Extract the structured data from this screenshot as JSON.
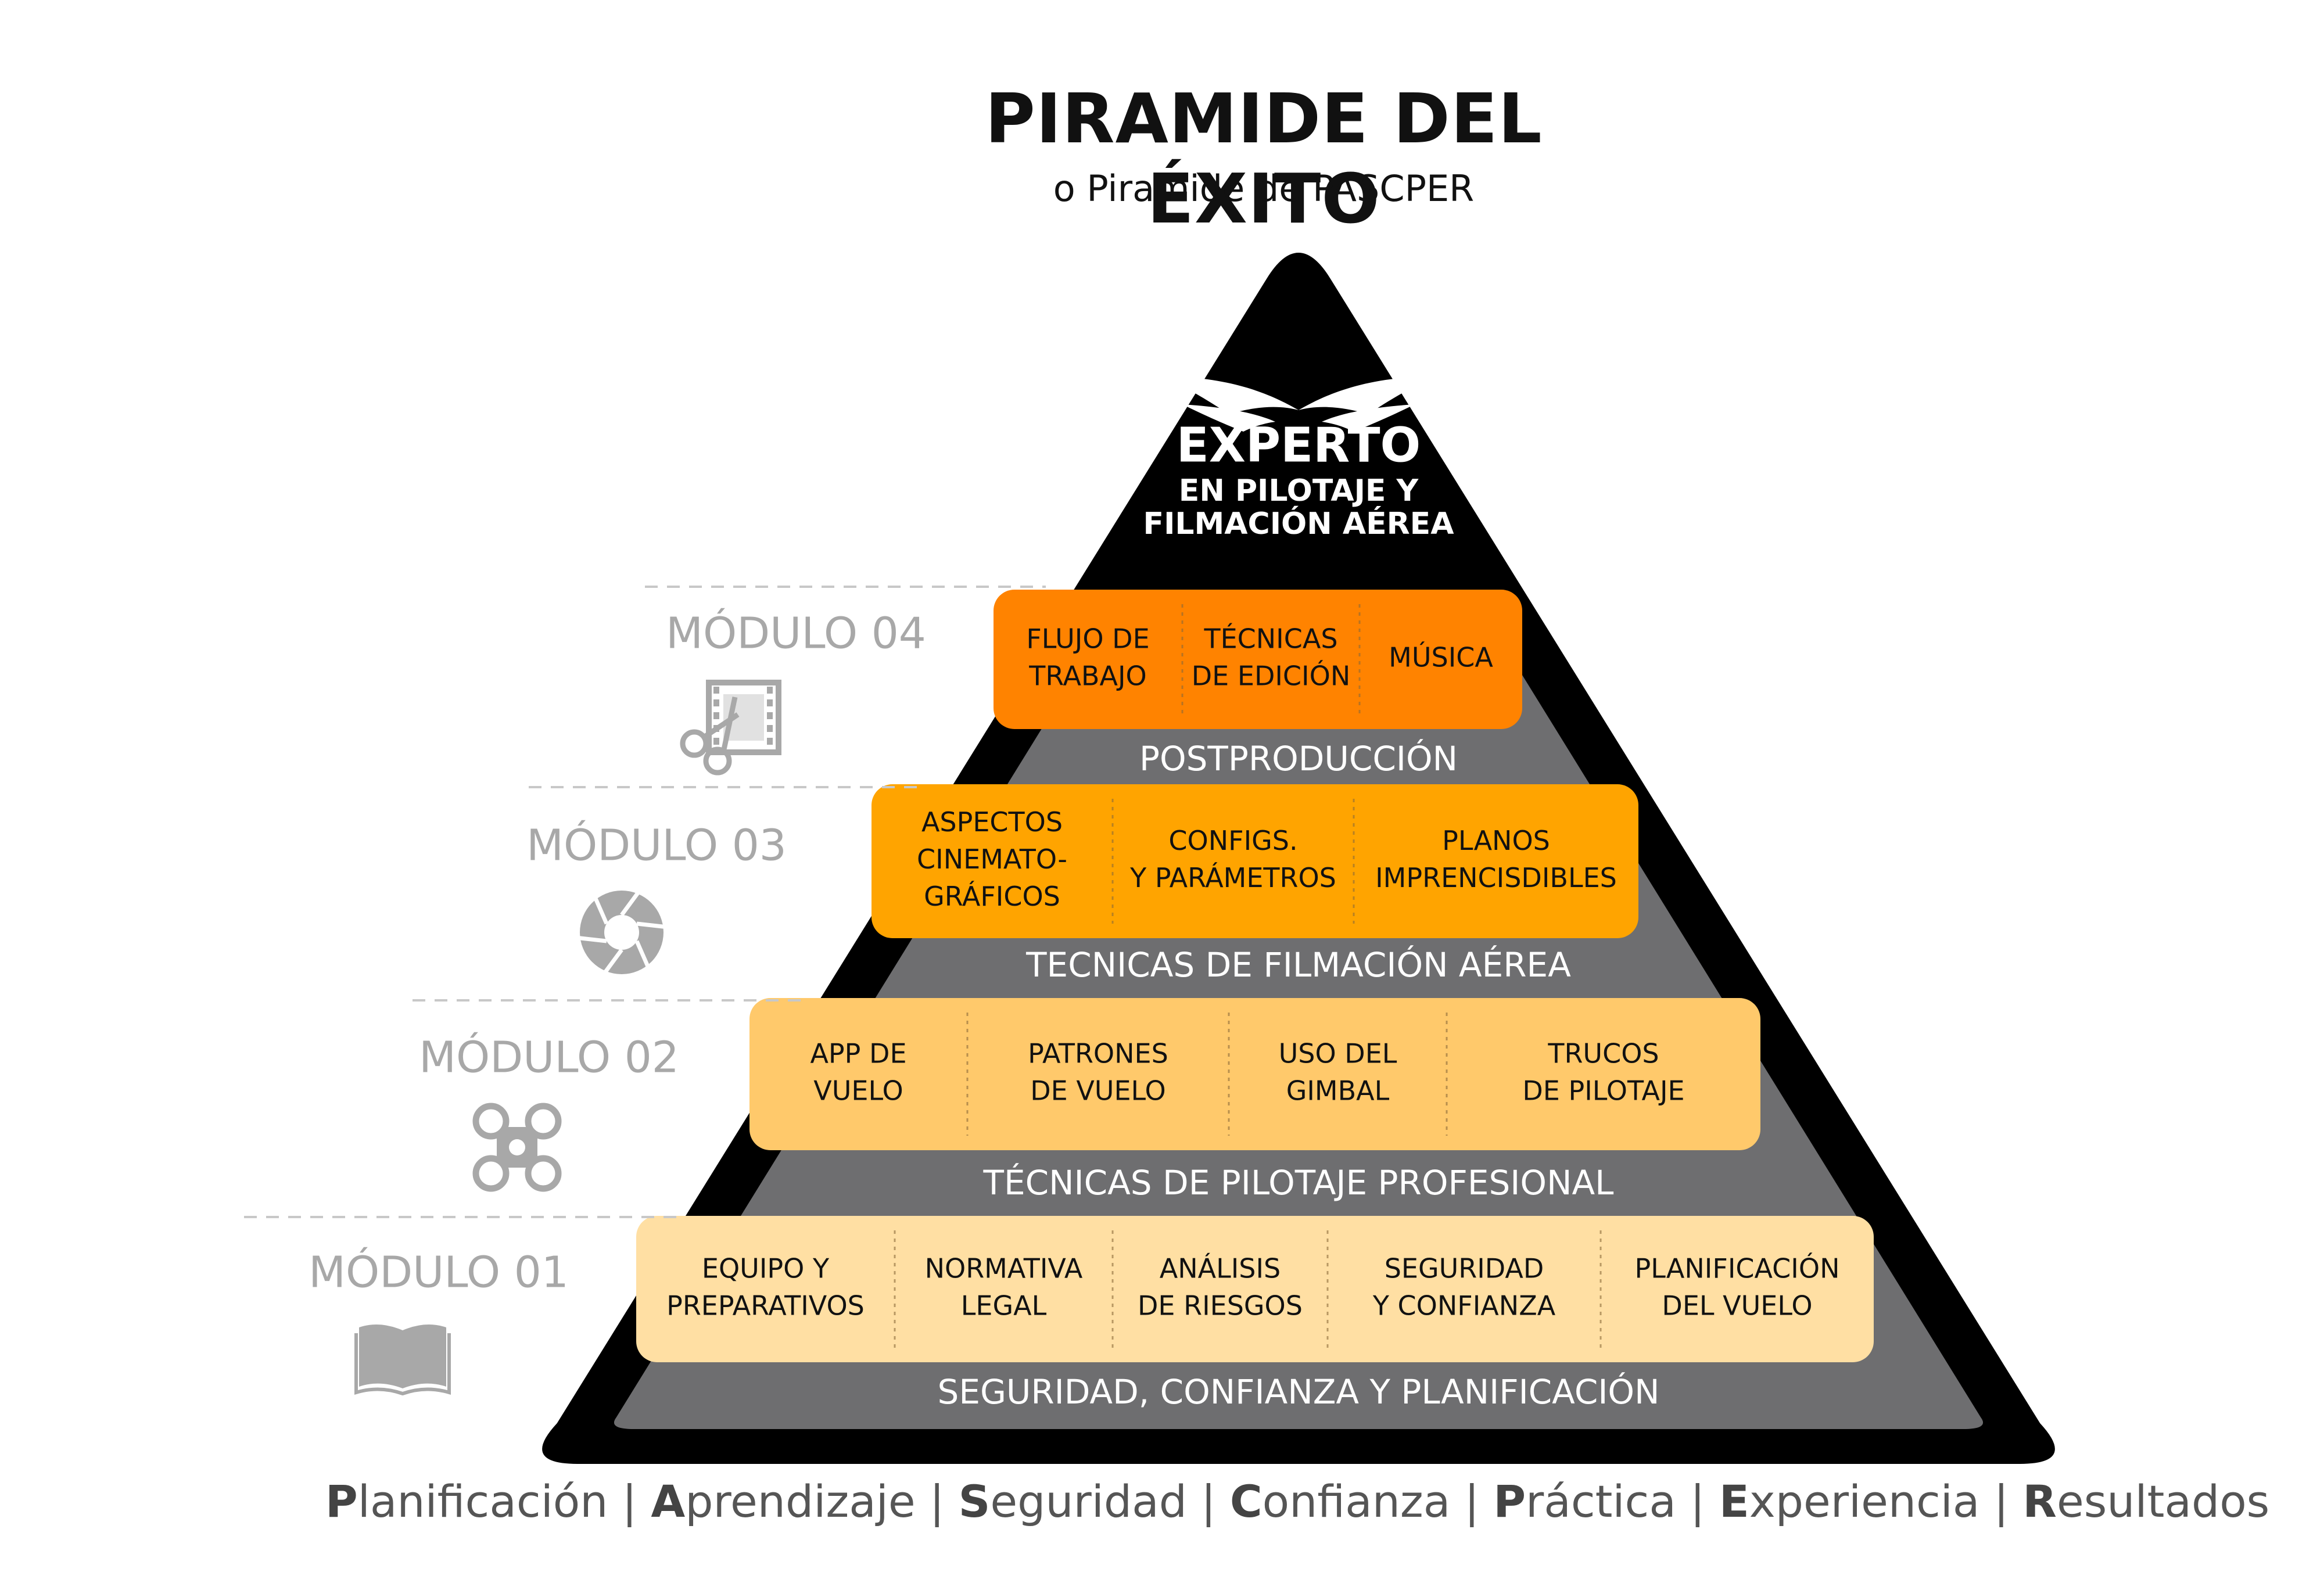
{
  "header": {
    "title": "PIRAMIDE DEL ÉXITO",
    "subtitle": "o Piramide de PASCPER"
  },
  "apex": {
    "logo_icon": "wings-icon",
    "title": "EXPERTO",
    "line1": "EN PILOTAJE Y",
    "line2": "FILMACIÓN AÉREA"
  },
  "modules": [
    {
      "label": "MÓDULO 04",
      "icon": "film-scissors-icon"
    },
    {
      "label": "MÓDULO 03",
      "icon": "aperture-icon"
    },
    {
      "label": "MÓDULO 02",
      "icon": "drone-icon"
    },
    {
      "label": "MÓDULO  01",
      "icon": "book-icon"
    }
  ],
  "tiers": [
    {
      "cells": [
        [
          "FLUJO DE",
          "TRABAJO"
        ],
        [
          "TÉCNICAS",
          "DE EDICIÓN"
        ],
        [
          "MÚSICA"
        ]
      ],
      "category": "POSTPRODUCCIÓN",
      "color": "#FF8300"
    },
    {
      "cells": [
        [
          "ASPECTOS",
          "CINEMATO-",
          "GRÁFICOS"
        ],
        [
          "CONFIGS.",
          "Y PARÁMETROS"
        ],
        [
          "PLANOS",
          "IMPRENCISDIBLES"
        ]
      ],
      "category": "TECNICAS DE FILMACIÓN AÉREA",
      "color": "#FFA400"
    },
    {
      "cells": [
        [
          "APP DE",
          "VUELO"
        ],
        [
          "PATRONES",
          "DE VUELO"
        ],
        [
          "USO DEL",
          "GIMBAL"
        ],
        [
          "TRUCOS",
          "DE PILOTAJE"
        ]
      ],
      "category": "TÉCNICAS DE PILOTAJE PROFESIONAL",
      "color": "#FFC96B"
    },
    {
      "cells": [
        [
          "EQUIPO Y",
          "PREPARATIVOS"
        ],
        [
          "NORMATIVA",
          "LEGAL"
        ],
        [
          "ANÁLISIS",
          "DE RIESGOS"
        ],
        [
          "SEGURIDAD",
          "Y CONFIANZA"
        ],
        [
          "PLANIFICACIÓN",
          "DEL VUELO"
        ]
      ],
      "category": "SEGURIDAD, CONFIANZA Y PLANIFICACIÓN",
      "color": "#FFDFA3"
    }
  ],
  "footer": {
    "words": [
      {
        "initial": "P",
        "rest": "lanificación"
      },
      {
        "initial": "A",
        "rest": "prendizaje"
      },
      {
        "initial": "S",
        "rest": "eguridad"
      },
      {
        "initial": "C",
        "rest": "onfianza"
      },
      {
        "initial": "P",
        "rest": "ráctica"
      },
      {
        "initial": "E",
        "rest": "xperiencia"
      },
      {
        "initial": "R",
        "rest": "esultados"
      }
    ],
    "separator": " | "
  },
  "colors": {
    "pyramid_outline": "#000000",
    "pyramid_body": "#6E6E70",
    "category_text": "#FFFFFF",
    "module_text": "#A8A8A8",
    "dash": "#C8C8C8"
  }
}
